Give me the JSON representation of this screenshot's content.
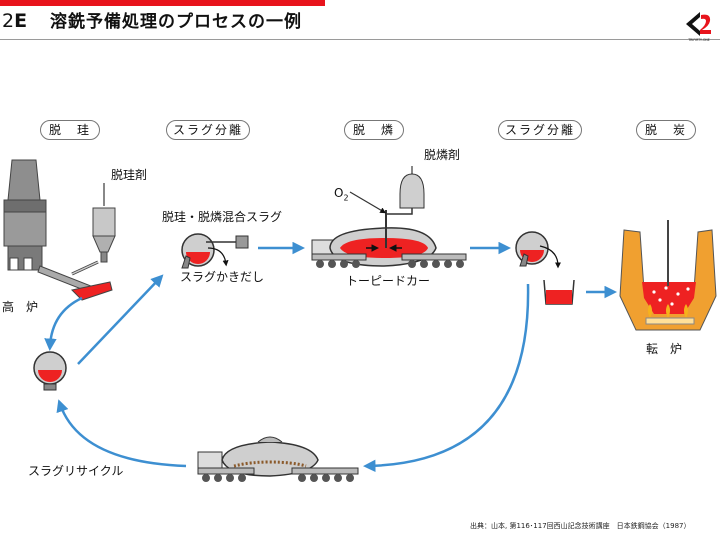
{
  "header": {
    "number": "2",
    "letter": "E",
    "title": "溶銑予備処理のプロセスの一例",
    "logo_caption": "TRIFIRTY-ONE"
  },
  "steps": [
    {
      "label": "脱　珪"
    },
    {
      "label": "スラグ分離"
    },
    {
      "label": "脱　燐"
    },
    {
      "label": "スラグ分離"
    },
    {
      "label": "脱　炭"
    }
  ],
  "labels": {
    "blast_furnace": "高　炉",
    "desiliconizer": "脱珪剤",
    "dephosphorizer": "脱燐剤",
    "oxygen": "O",
    "oxygen_sub": "2",
    "mixed_slag": "脱珪・脱燐混合スラグ",
    "skimming": "スラグかきだし",
    "torpedo_car": "トーピードカー",
    "converter": "転　炉",
    "slag_recycle": "スラグリサイクル"
  },
  "source": "出典：山本, 第116･117回西山記念技術講座　日本鉄鋼協会（1987）",
  "colors": {
    "accent_red": "#e8141c",
    "molten": "#ee2222",
    "flow_arrow": "#3d8fd1",
    "converter_lining": "#f0a030",
    "flame": "#f6b21c"
  }
}
